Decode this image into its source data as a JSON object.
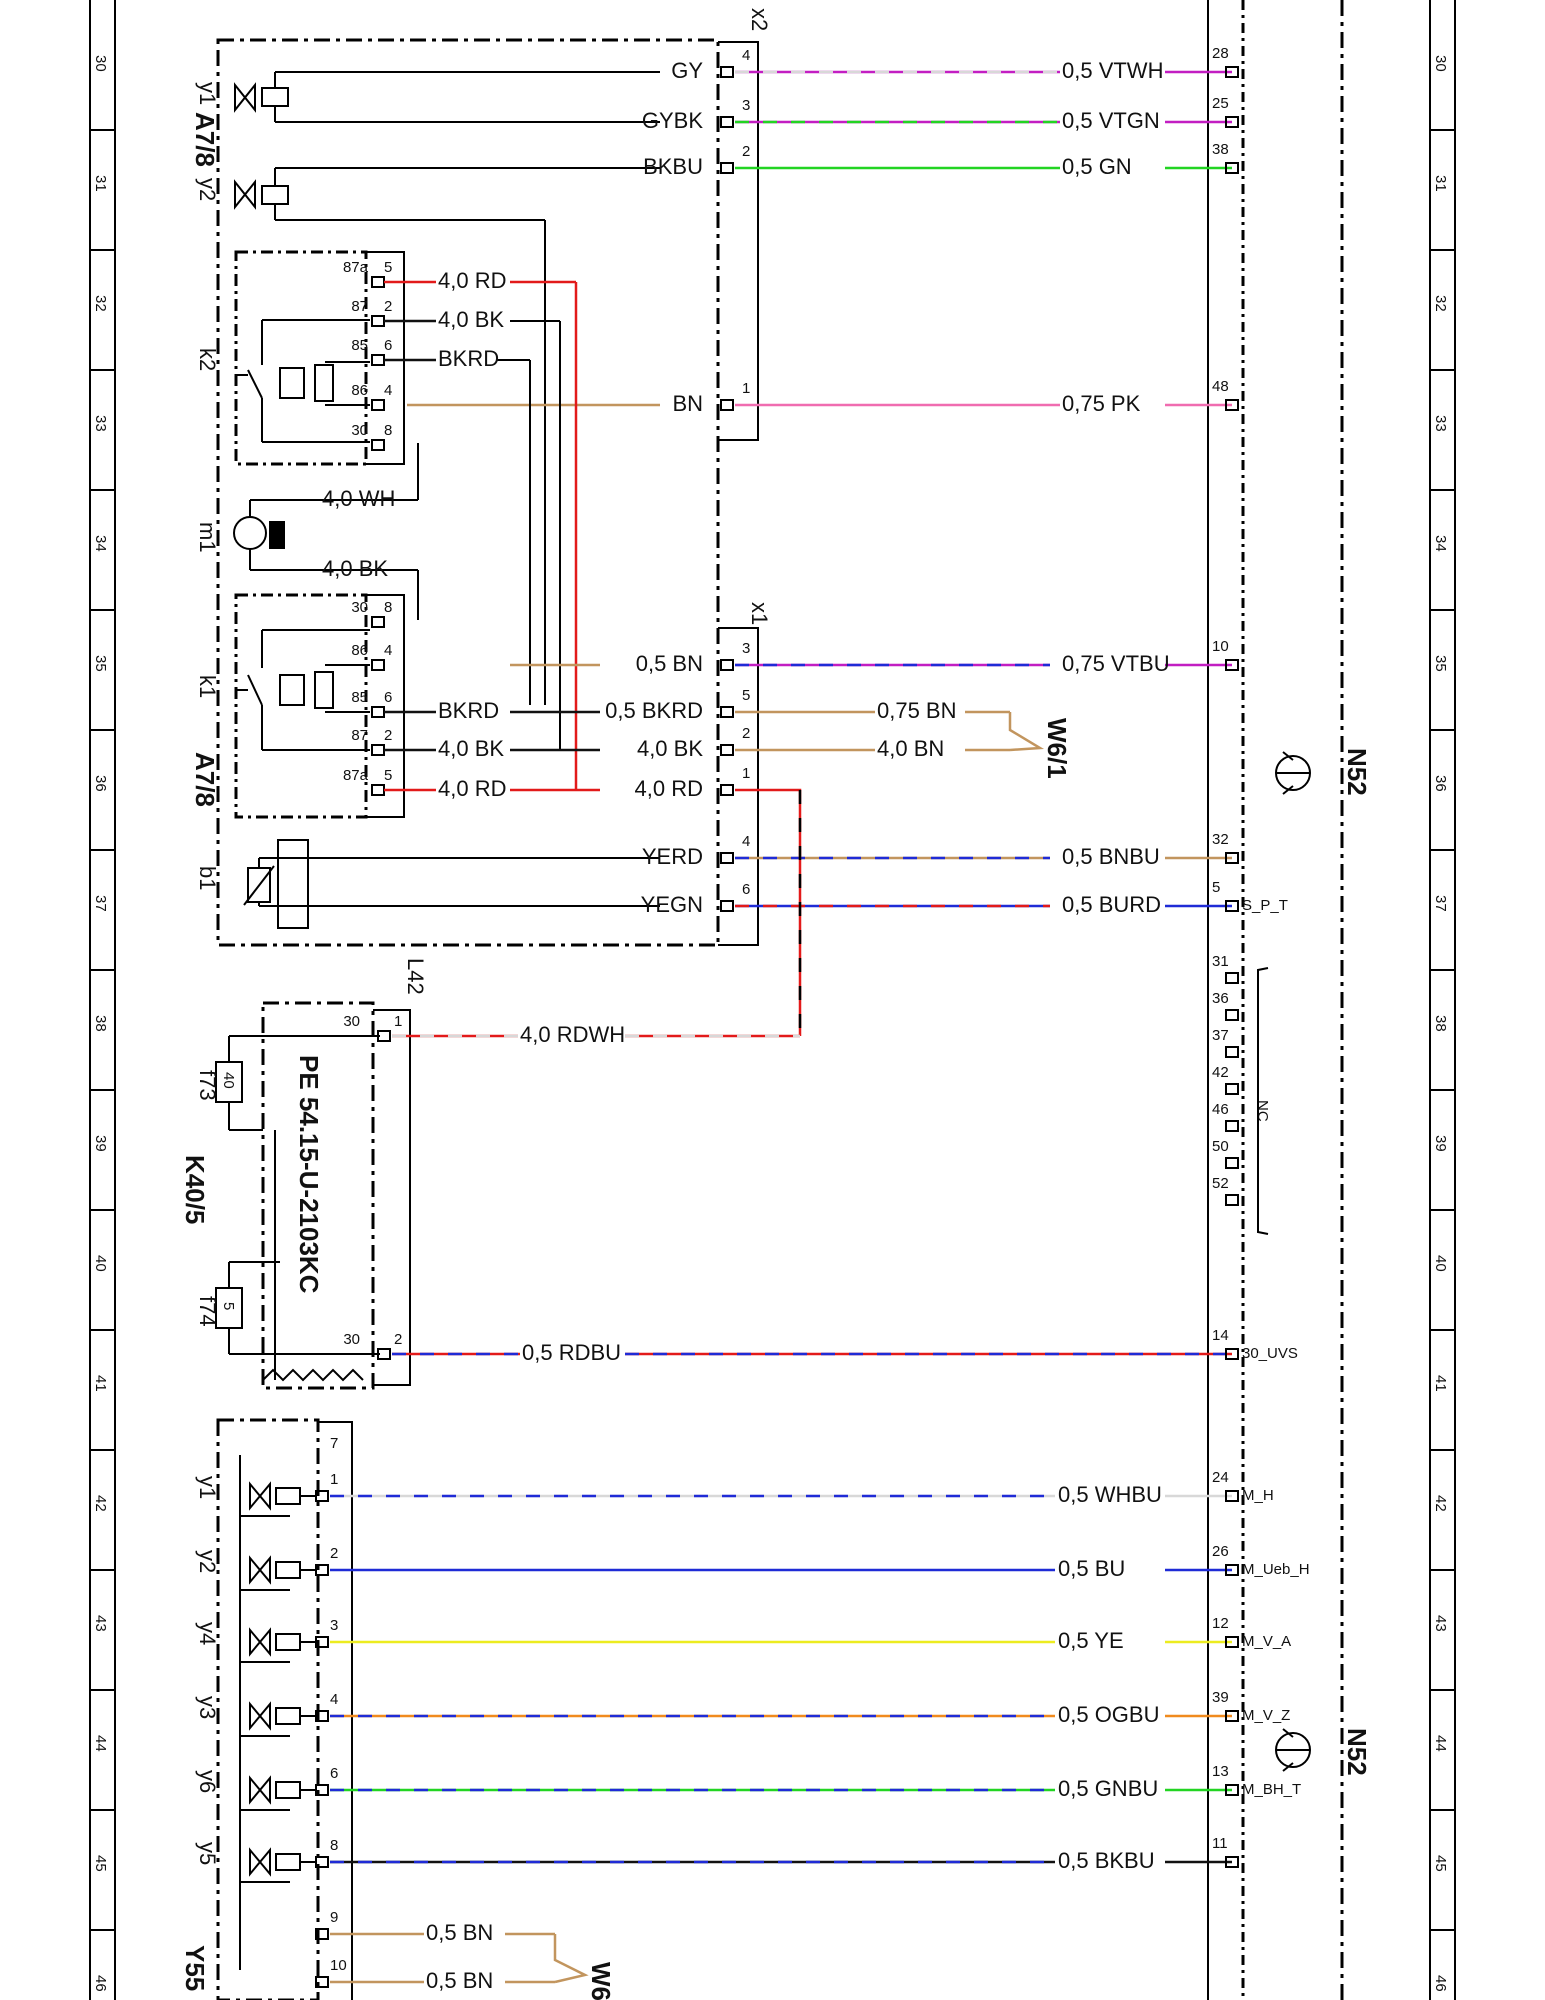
{
  "components": {
    "y1_top": "y1",
    "y2_top": "y2",
    "a78_top": "A7/8",
    "k2": "k2",
    "m1": "m1",
    "k1": "k1",
    "a78_bot": "A7/8",
    "b1": "b1",
    "f73": "f73",
    "f73_val": "40",
    "f74": "f74",
    "f74_val": "5",
    "k40": "K40/5",
    "l42": "L42",
    "pe_ref": "PE 54.15-U-2103KC",
    "x2": "x2",
    "x1": "x1",
    "y55": "Y55"
  },
  "n52": {
    "label_top": "N52",
    "label_bot": "N52",
    "nc_label": "NC"
  },
  "rows": [
    "30",
    "31",
    "32",
    "33",
    "34",
    "35",
    "36",
    "37",
    "38",
    "39",
    "40",
    "41",
    "42",
    "43",
    "44",
    "45",
    "46"
  ],
  "x2_wires": [
    {
      "left_label": "GY",
      "pin": "4",
      "right_label": "0,5 VTWH",
      "n52_pin": "28",
      "n52_sig": ""
    },
    {
      "left_label": "GYBK",
      "pin": "3",
      "right_label": "0,5 VTGN",
      "n52_pin": "25",
      "n52_sig": ""
    },
    {
      "left_label": "BKBU",
      "pin": "2",
      "right_label": "0,5 GN",
      "n52_pin": "38",
      "n52_sig": ""
    },
    {
      "left_label": "BN",
      "pin": "1",
      "right_label": "0,75 PK",
      "n52_pin": "48",
      "n52_sig": ""
    }
  ],
  "k2_pins": [
    {
      "pin": "5",
      "term": "87a",
      "wire": "4,0 RD"
    },
    {
      "pin": "2",
      "term": "87",
      "wire": "4,0 BK"
    },
    {
      "pin": "6",
      "term": "85",
      "wire": "BKRD"
    },
    {
      "pin": "4",
      "term": "86",
      "wire": ""
    },
    {
      "pin": "8",
      "term": "30",
      "wire": ""
    }
  ],
  "m1_wires": {
    "top": "4,0 WH",
    "bottom": "4,0 BK"
  },
  "k1_pins": [
    {
      "pin": "8",
      "term": "30",
      "wire": ""
    },
    {
      "pin": "4",
      "term": "86",
      "wire": ""
    },
    {
      "pin": "6",
      "term": "85",
      "wire": "BKRD"
    },
    {
      "pin": "2",
      "term": "87",
      "wire": "4,0 BK"
    },
    {
      "pin": "5",
      "term": "87a",
      "wire": "4,0 RD"
    }
  ],
  "x1_wires": [
    {
      "left_label": "0,5 BN",
      "pin": "3",
      "right_label": "0,75 VTBU",
      "n52_pin": "10",
      "n52_sig": ""
    },
    {
      "left_label": "0,5 BKRD",
      "pin": "5",
      "right_label": "0,75 BN",
      "n52_pin": "",
      "n52_sig": ""
    },
    {
      "left_label": "4,0 BK",
      "pin": "2",
      "right_label": "4,0 BN",
      "n52_pin": "",
      "n52_sig": ""
    },
    {
      "left_label": "4,0 RD",
      "pin": "1",
      "right_label": "",
      "n52_pin": "",
      "n52_sig": ""
    },
    {
      "left_label": "YERD",
      "pin": "4",
      "right_label": "0,5 BNBU",
      "n52_pin": "32",
      "n52_sig": ""
    },
    {
      "left_label": "YEGN",
      "pin": "6",
      "right_label": "0,5 BURD",
      "n52_pin": "5",
      "n52_sig": "S_P_T"
    }
  ],
  "ground_w61": "W6/1",
  "ground_w6": "W6",
  "k40_wires": [
    {
      "pin": "1",
      "term": "30",
      "wire": "4,0 RDWH"
    },
    {
      "pin": "2",
      "term": "30",
      "wire": "0,5 RDBU",
      "n52_pin": "14",
      "n52_sig": "30_UVS"
    }
  ],
  "nc_pins": [
    "31",
    "36",
    "37",
    "42",
    "46",
    "50",
    "52"
  ],
  "y55_top_pin": "7",
  "y55_wires": [
    {
      "valve": "y1",
      "pin": "1",
      "wire": "0,5 WHBU",
      "n52_pin": "24",
      "n52_sig": "M_H"
    },
    {
      "valve": "y2",
      "pin": "2",
      "wire": "0,5 BU",
      "n52_pin": "26",
      "n52_sig": "M_Ueb_H"
    },
    {
      "valve": "y4",
      "pin": "3",
      "wire": "0,5 YE",
      "n52_pin": "12",
      "n52_sig": "M_V_A"
    },
    {
      "valve": "y3",
      "pin": "4",
      "wire": "0,5 OGBU",
      "n52_pin": "39",
      "n52_sig": "M_V_Z"
    },
    {
      "valve": "y6",
      "pin": "6",
      "wire": "0,5 GNBU",
      "n52_pin": "13",
      "n52_sig": "M_BH_T"
    },
    {
      "valve": "y5",
      "pin": "8",
      "wire": "0,5 BKBU",
      "n52_pin": "11",
      "n52_sig": ""
    },
    {
      "valve": "",
      "pin": "9",
      "wire": "0,5 BN",
      "n52_pin": "",
      "n52_sig": ""
    },
    {
      "valve": "",
      "pin": "10",
      "wire": "0,5 BN",
      "n52_pin": "",
      "n52_sig": ""
    }
  ],
  "colors": {
    "GY": "#8a8a8a",
    "BK": "#111111",
    "BU": "#1f2bd6",
    "GN": "#22d422",
    "VT": "#c21ec2",
    "RD": "#e21a1a",
    "BN": "#c2955e",
    "PK": "#f06cb0",
    "YE": "#ecec20",
    "OG": "#f08a1e",
    "WH": "#d8d8d8"
  }
}
